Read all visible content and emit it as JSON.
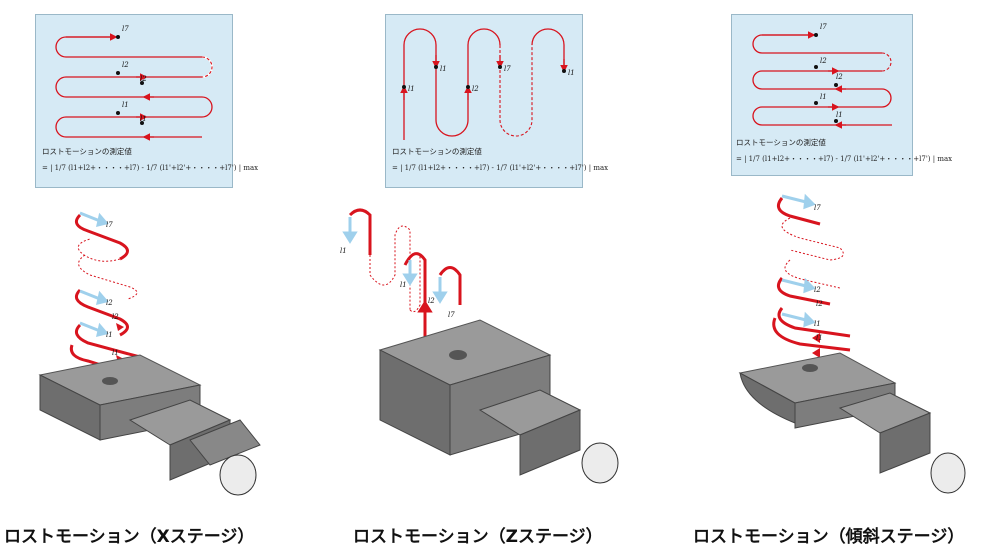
{
  "panels": [
    {
      "id": "x-stage",
      "caption": "ロストモーション（Xステージ）",
      "formula_title": "ロストモーションの測定値",
      "formula": "= | 1/7 (l1+l2+・・・・+l7) - 1/7 (l1'+l2'+・・・・+l7') | max",
      "point_labels": [
        "l7",
        "l2",
        "l2",
        "l1",
        "l1"
      ]
    },
    {
      "id": "z-stage",
      "caption": "ロストモーション（Zステージ）",
      "formula_title": "ロストモーションの測定値",
      "formula": "= | 1/7 (l1+l2+・・・・+l7) - 1/7 (l1'+l2'+・・・・+l7') | max",
      "point_labels": [
        "l1",
        "l1",
        "l2",
        "l7",
        "l1"
      ]
    },
    {
      "id": "tilt-stage",
      "caption": "ロストモーション（傾斜ステージ）",
      "formula_title": "ロストモーションの測定値",
      "formula": "= | 1/7 (l1+l2+・・・・+l7) - 1/7 (l1'+l2'+・・・・+l7') | max",
      "point_labels": [
        "l7",
        "l2",
        "l2",
        "l1",
        "l1"
      ]
    }
  ],
  "colors": {
    "path_red": "#d8141e",
    "arrow_blue": "#9fd0ec",
    "stage_gray": "#8a8a8a",
    "box_bg": "#d6eaf5"
  }
}
